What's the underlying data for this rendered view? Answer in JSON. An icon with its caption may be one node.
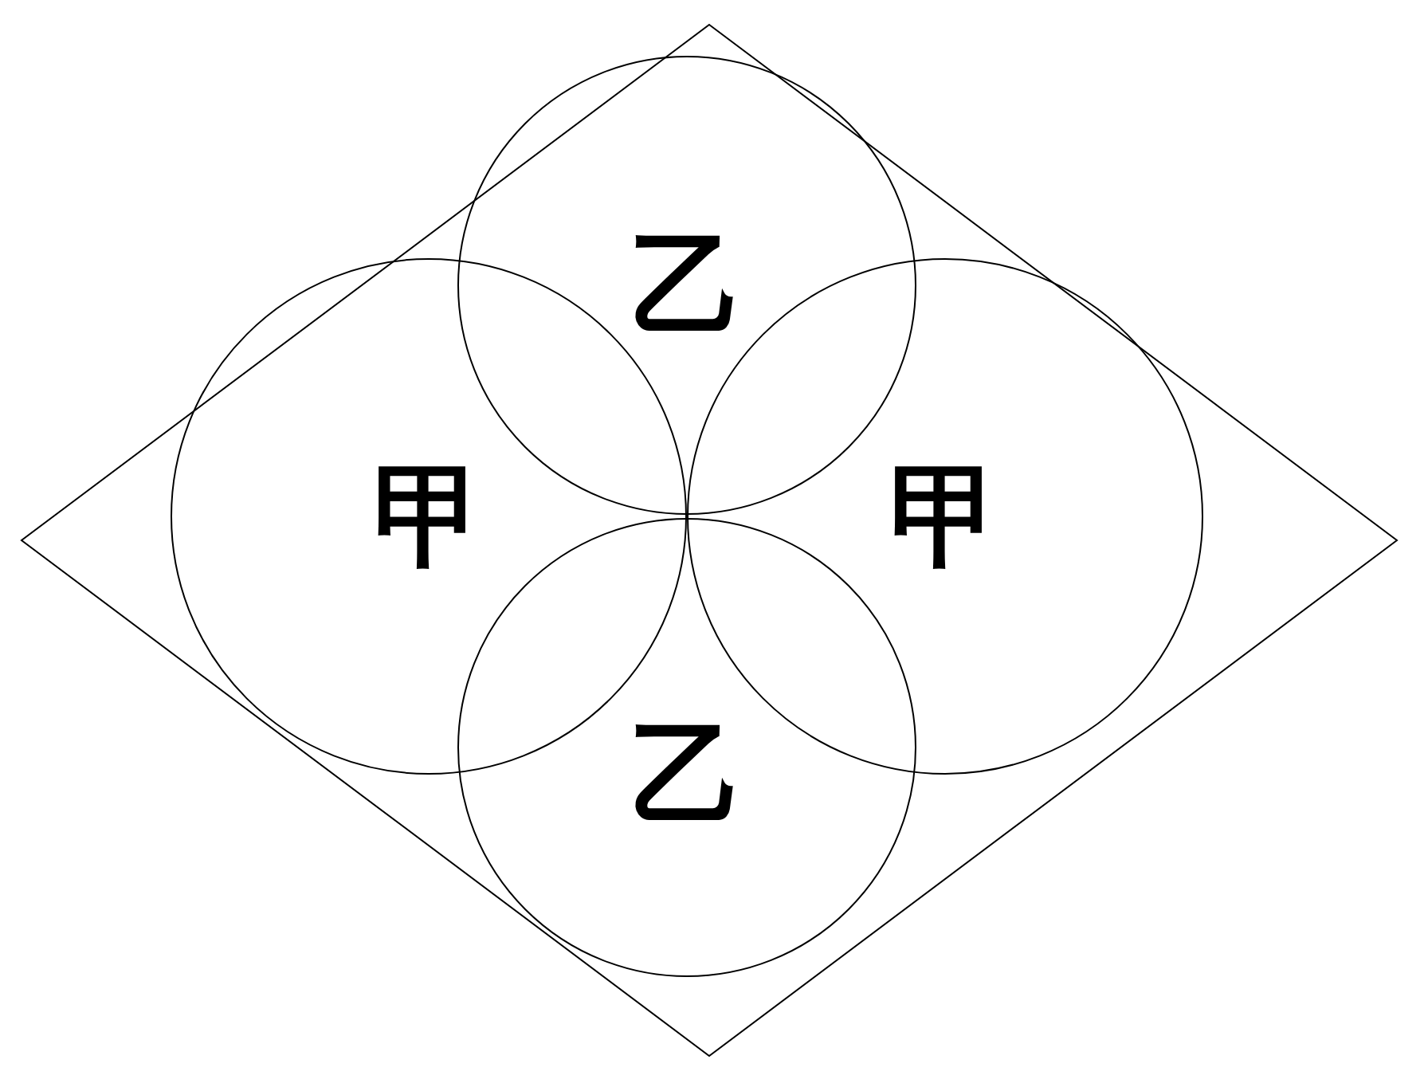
{
  "diagram": {
    "nodes": [
      {
        "text": [],
        "shape": "diamond"
      },
      {
        "text": [
          "乙"
        ],
        "in": 0
      },
      {
        "text": [
          "甲"
        ],
        "in": 0
      },
      {
        "text": [
          "甲"
        ],
        "in": 0
      },
      {
        "text": [
          "乙"
        ],
        "in": 0
      }
    ]
  }
}
